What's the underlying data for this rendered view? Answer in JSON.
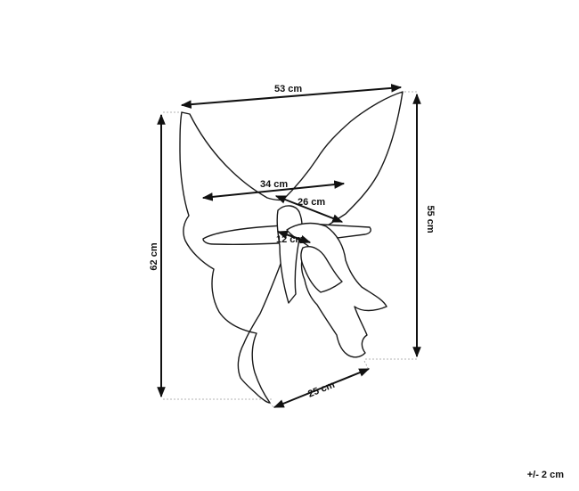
{
  "dimensions": {
    "top_width": "53 cm",
    "shelf_width": "34 cm",
    "shelf_depth": "26 cm",
    "inner_depth": "12 cm",
    "right_height": "55 cm",
    "left_height": "62 cm",
    "base_depth": "25 cm"
  },
  "tolerance": "+/- 2 cm",
  "colors": {
    "line": "#111111",
    "guide": "#9a9a9a",
    "background": "#ffffff"
  }
}
